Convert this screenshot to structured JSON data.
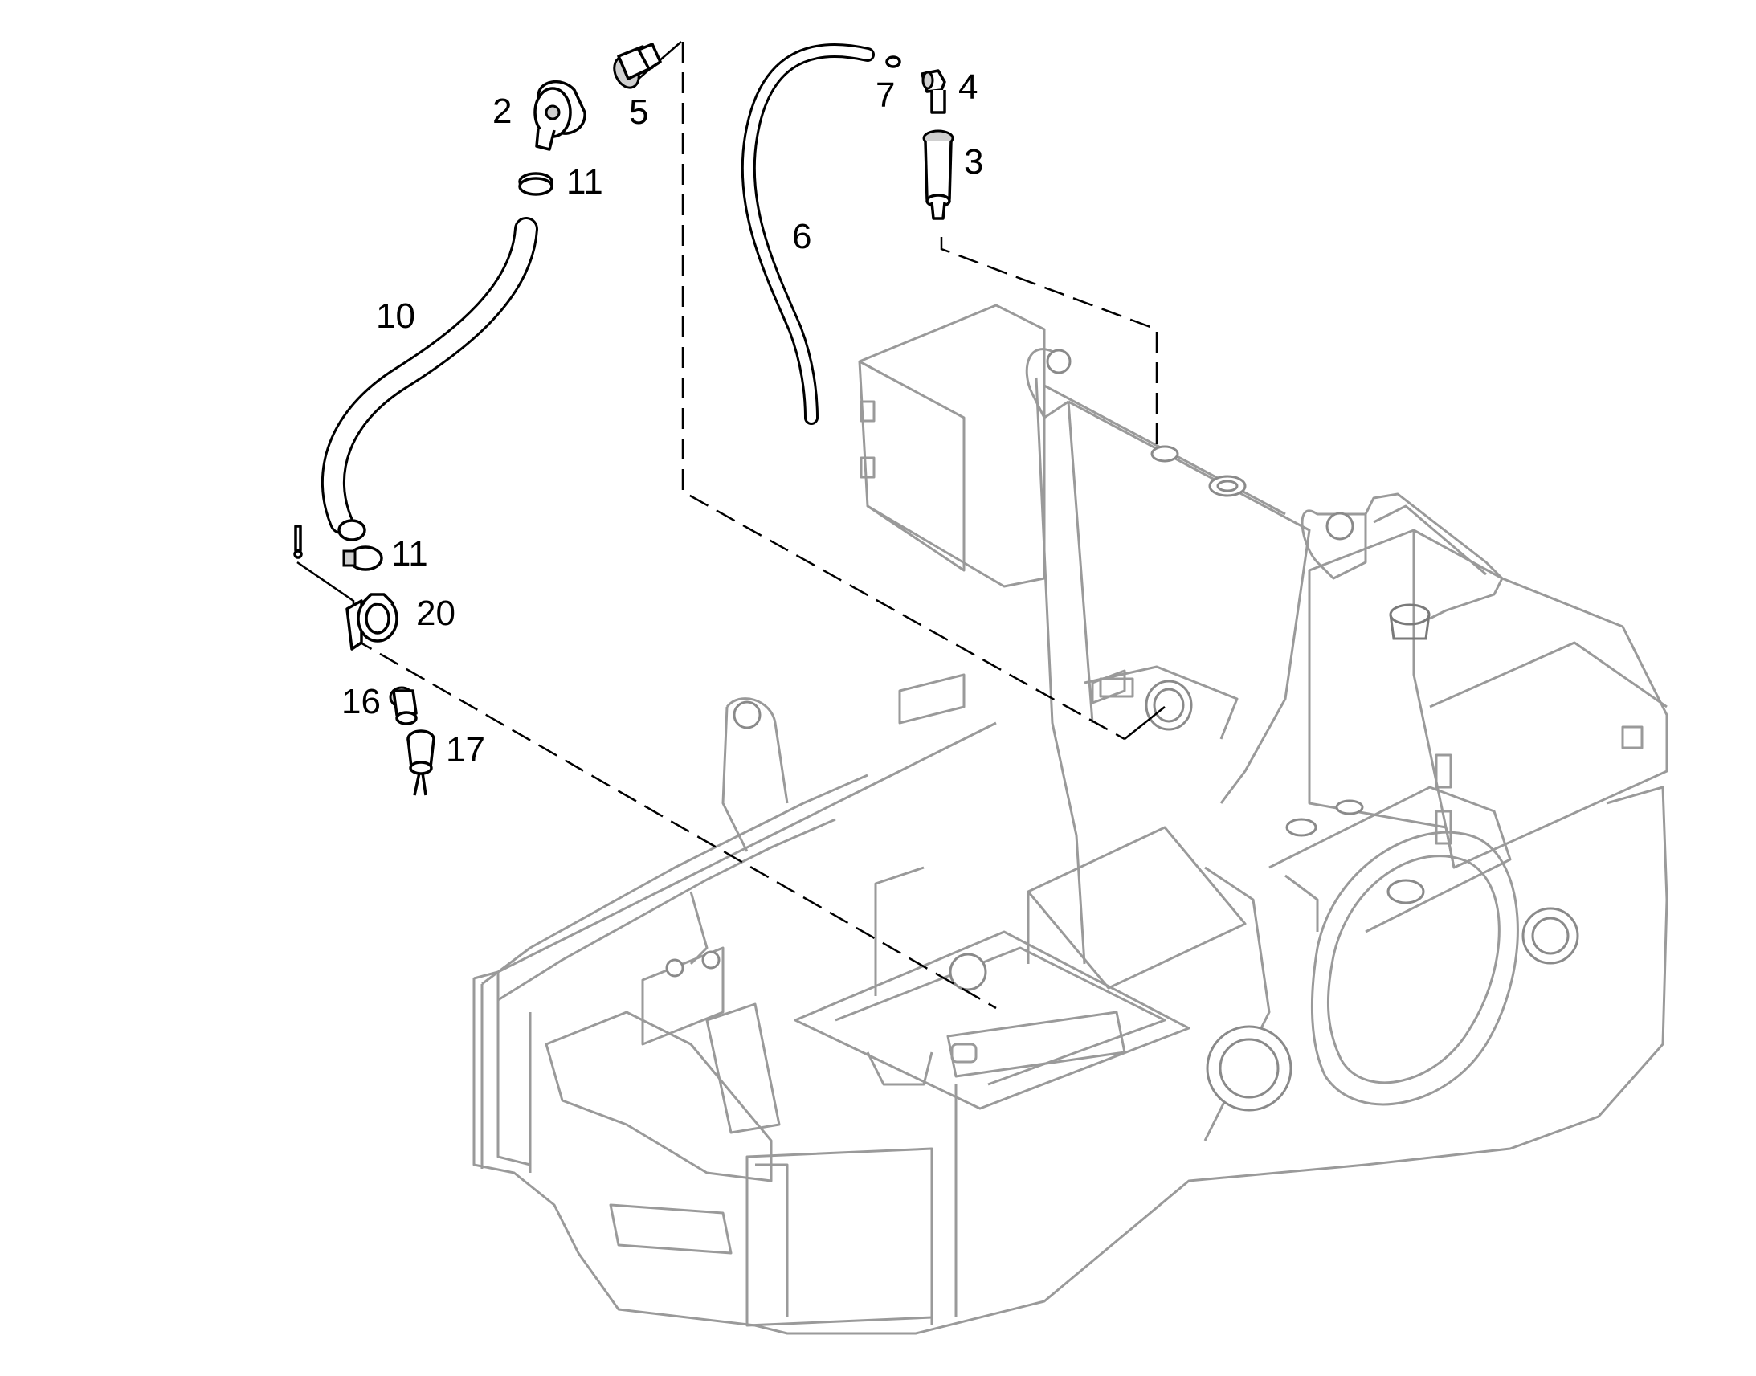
{
  "labels": {
    "p2": "2",
    "p5": "5",
    "p11a": "11",
    "p10": "10",
    "p11b": "11",
    "p20": "20",
    "p16": "16",
    "p17": "17",
    "p6": "6",
    "p7": "7",
    "p4": "4",
    "p3": "3"
  }
}
